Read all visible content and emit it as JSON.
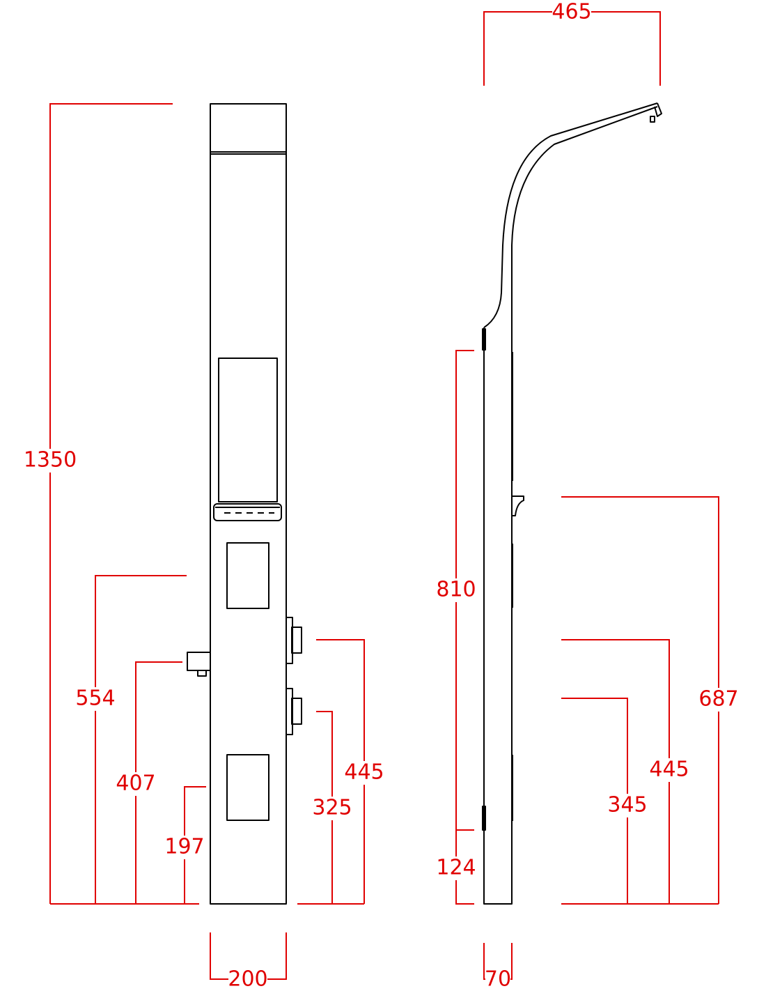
{
  "colors": {
    "object": "#000000",
    "dimension": "#e00000",
    "background": "#ffffff"
  },
  "dimensions": {
    "total_height": "1350",
    "front_width": "200",
    "upper_outlet_height": "554",
    "spout_height": "407",
    "lower_outlet_height": "197",
    "knob_upper_height": "445",
    "knob_lower_height": "325",
    "shower_arm_reach": "465",
    "panel_depth": "70",
    "panel_body_height": "810",
    "bottom_offset": "124",
    "shelf_height": "687",
    "side_upper_height": "445",
    "side_lower_height": "345"
  }
}
